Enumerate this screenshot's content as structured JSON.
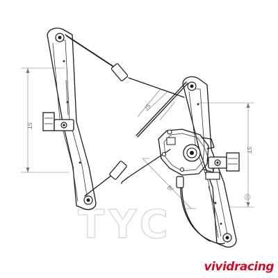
{
  "watermark": {
    "text": "TYC",
    "registered_mark": "®"
  },
  "brand": {
    "text": "vividracing",
    "color": "#c8102e"
  },
  "dimension_labels": {
    "left_rail_length": "ST",
    "cable_slant": "IS",
    "right_rail_length": "ST",
    "motor_offset": "Bf"
  }
}
